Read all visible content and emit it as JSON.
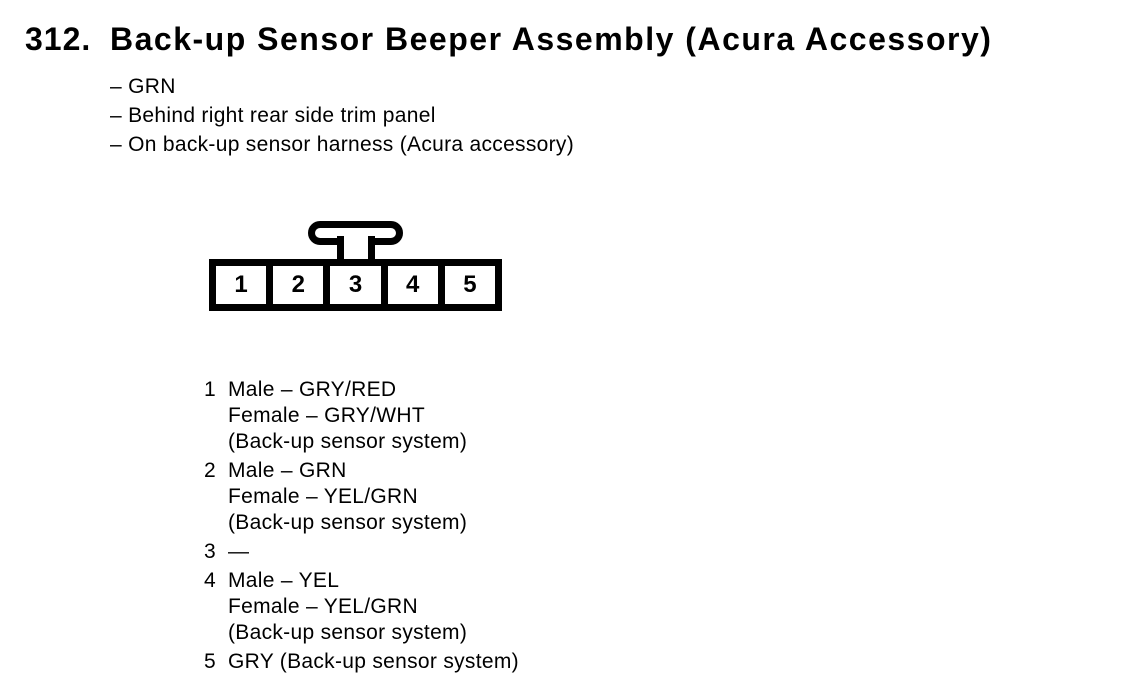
{
  "page": {
    "number": "312.",
    "title": "Back-up Sensor Beeper Assembly (Acura Accessory)",
    "notes": [
      "– GRN",
      "– Behind right rear side trim panel",
      "– On back-up sensor harness (Acura accessory)"
    ]
  },
  "connector": {
    "cavities": [
      "1",
      "2",
      "3",
      "4",
      "5"
    ]
  },
  "pins": [
    {
      "number": "1",
      "lines": [
        "Male – GRY/RED",
        "Female – GRY/WHT",
        "(Back-up sensor system)"
      ]
    },
    {
      "number": "2",
      "lines": [
        "Male – GRN",
        "Female – YEL/GRN",
        "(Back-up sensor system)"
      ]
    },
    {
      "number": "3",
      "lines": [
        "—"
      ]
    },
    {
      "number": "4",
      "lines": [
        "Male – YEL",
        "Female – YEL/GRN",
        "(Back-up sensor system)"
      ]
    },
    {
      "number": "5",
      "lines": [
        "GRY (Back-up sensor system)"
      ]
    }
  ],
  "colors": {
    "ink": "#000000",
    "paper": "#ffffff"
  }
}
